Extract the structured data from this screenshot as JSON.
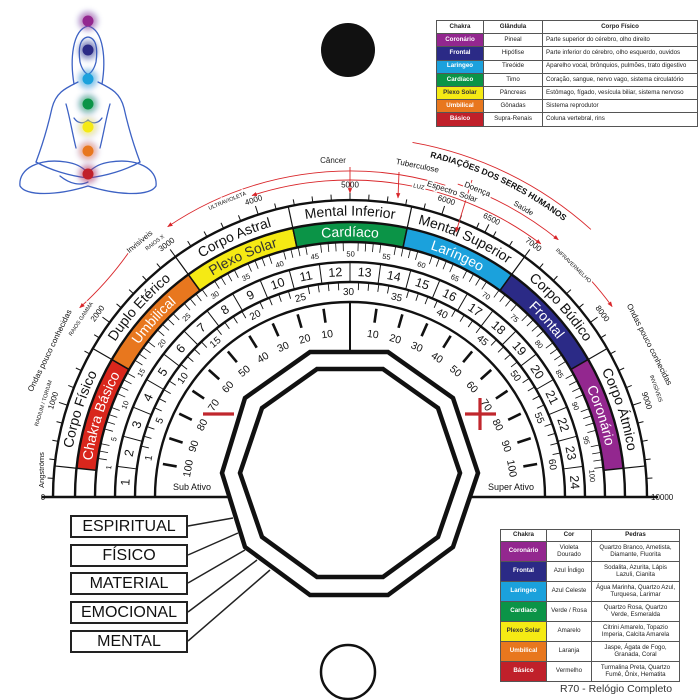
{
  "colors": {
    "basico": "#d9261c",
    "umbilical": "#e8771e",
    "plexo_solar": "#f5ea14",
    "cardiaco": "#0b9447",
    "laringeo": "#1ba1dc",
    "frontal": "#2b2a86",
    "coronario": "#93278f",
    "radiation_red": "#d9262a",
    "figure_line": "#3d62c4"
  },
  "diagram": {
    "bodies": [
      "Corpo Físico",
      "Duplo Etérico",
      "Corpo Astral",
      "Mental Inferior",
      "Mental Superior",
      "Corpo Búdico",
      "Corpo Átmico"
    ],
    "chakra_band": [
      {
        "label": "Chakra Básico",
        "color": "#d9261c",
        "text_color": "#ffffff"
      },
      {
        "label": "Umbilical",
        "color": "#e8771e",
        "text_color": "#ffffff"
      },
      {
        "label": "Plexo Solar",
        "color": "#f5ea14",
        "text_color": "#333333"
      },
      {
        "label": "Cardíaco",
        "color": "#0b9447",
        "text_color": "#ffffff"
      },
      {
        "label": "Laríngeo",
        "color": "#1ba1dc",
        "text_color": "#ffffff"
      },
      {
        "label": "Frontal",
        "color": "#2b2a86",
        "text_color": "#ffffff"
      },
      {
        "label": "Coronário",
        "color": "#93278f",
        "text_color": "#ffffff"
      }
    ],
    "ring_24_labels": [
      "1",
      "2",
      "3",
      "4",
      "5",
      "6",
      "7",
      "8",
      "9",
      "10",
      "11",
      "12",
      "13",
      "14",
      "15",
      "16",
      "17",
      "18",
      "19",
      "20",
      "21",
      "22",
      "23",
      "24"
    ],
    "ring_60_labels": [
      "1",
      "5",
      "10",
      "15",
      "20",
      "25",
      "30",
      "35",
      "40",
      "45",
      "50",
      "55",
      "60"
    ],
    "ring_100_labels": [
      "1",
      "5",
      "10",
      "15",
      "20",
      "25",
      "30",
      "35",
      "40",
      "45",
      "50",
      "55",
      "60",
      "65",
      "70",
      "75",
      "80",
      "85",
      "90",
      "95",
      "100"
    ],
    "inner_scale_labels": [
      "10",
      "20",
      "30",
      "40",
      "50",
      "60",
      "70",
      "80",
      "90",
      "100"
    ],
    "wavelength_labels": [
      "1000",
      "2000",
      "3000",
      "4000",
      "5000",
      "6000",
      "6500",
      "7000",
      "8000",
      "9000"
    ],
    "wavelength_zero": "0",
    "wavelength_max": "10000",
    "wavelength_unit": "Angströms",
    "sub_ativo": "Sub Ativo",
    "super_ativo": "Super Ativo",
    "radiation": {
      "header": "RADIAÇÕES DOS SERES HUMANOS",
      "cancer": "Câncer",
      "tuberculose": "Tuberculose",
      "doenca": "Doença",
      "saude": "Saúde",
      "luz": "LUZ",
      "espectro_solar": "Espectro Solar",
      "ultravioleta": "ULTRAVIOLETA",
      "invisiveis_left": "Invisíveis",
      "raios_x": "RAIOS X",
      "raios_gamma": "RAIOS GAMMA",
      "ondas_left": "Ondas pouco conhecidas",
      "radium": "RADIUM / TORIUM",
      "infravermelho": "INFRAVERMELHO",
      "ondas_right": "Ondas pouco conhecidas",
      "invisiveis_right": "INVISÍVEIS"
    }
  },
  "levels": [
    "ESPIRITUAL",
    "FÍSICO",
    "MATERIAL",
    "EMOCIONAL",
    "MENTAL"
  ],
  "figure_chakra_colors": [
    "#93278f",
    "#2b2a86",
    "#1ba1dc",
    "#0b9447",
    "#f5ea14",
    "#e8771e",
    "#c0202a"
  ],
  "table_glands": {
    "headers": [
      "Chakra",
      "Glândula",
      "Corpo Físico"
    ],
    "rows": [
      [
        "Coronário",
        "Pineal",
        "Parte superior do cérebro, olho direito"
      ],
      [
        "Frontal",
        "Hipófise",
        "Parte inferior do cérebro, olho esquerdo, ouvidos"
      ],
      [
        "Laringeo",
        "Tireóide",
        "Aparelho vocal, brônquios, pulmões, trato digestivo"
      ],
      [
        "Cardíaco",
        "Timo",
        "Coração, sangue, nervo vago, sistema circulatório"
      ],
      [
        "Plexo Solar",
        "Pâncreas",
        "Estômago, fígado, vesícula biliar, sistema nervoso"
      ],
      [
        "Umbilical",
        "Gônadas",
        "Sistema reprodutor"
      ],
      [
        "Básico",
        "Supra-Renais",
        "Coluna vertebral, rins"
      ]
    ]
  },
  "table_stones": {
    "headers": [
      "Chakra",
      "Cor",
      "Pedras"
    ],
    "rows": [
      [
        "Coronário",
        "Violeta Dourado",
        "Quartzo Branco, Ametista, Diamante, Fluorita"
      ],
      [
        "Frontal",
        "Azul Índigo",
        "Sodalita, Azurita, Lápis Lazuli, Cianita"
      ],
      [
        "Laringeo",
        "Azul Celeste",
        "Água Marinha, Quartzo Azul, Turquesa, Larimar"
      ],
      [
        "Cardíaco",
        "Verde / Rosa",
        "Quartzo Rosa, Quartzo Verde, Esmeralda"
      ],
      [
        "Plexo Solar",
        "Amarelo",
        "Citrini Amarelo, Topazio Imperia, Calcita Amarela"
      ],
      [
        "Umbilical",
        "Laranja",
        "Jaspe, Ágata de Fogo, Granada, Coral"
      ],
      [
        "Básico",
        "Vermelho",
        "Turmalina Preta, Quartzo Fumê, Ônix, Hematita"
      ]
    ]
  },
  "table_chakra_colors": [
    "#93278f",
    "#2b2a86",
    "#1ba1dc",
    "#0b9447",
    "#f5ea14",
    "#e8771e",
    "#c0202a"
  ],
  "caption": "R70 - Relógio Completo"
}
